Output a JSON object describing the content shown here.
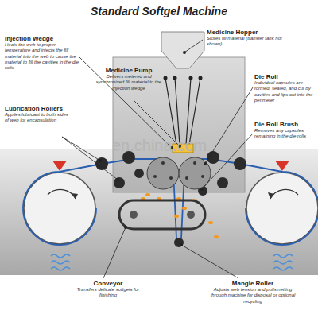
{
  "diagram": {
    "title": "Standard Softgel Machine",
    "labels": [
      "Medicine Hopper",
      "Stores fill material (transfer tank not shown)",
      "Injection Wedge",
      "Heats the web to proper temperature and injects the fill material into the web to cause the material to fill the cavities in the die rolls",
      "Medicine Pump",
      "Delivers metered and synchronized fill material to the injection wedge",
      "Die Roll",
      "Individual capsules are formed, sealed, and cut by cavities and lips cut into the perimeter",
      "Lubrication Rollers",
      "Applies lubricant to both sides of web for encapsulation",
      "Die Roll Brush",
      "Removes any capsules remaining in the die rolls",
      "en.china.com",
      "Conveyor",
      "Transfers delicate softgels for finishing",
      "Mangle Roller",
      "Adjusts web tension and pulls netting through machine for disposal or optional recycling"
    ]
  }
}
